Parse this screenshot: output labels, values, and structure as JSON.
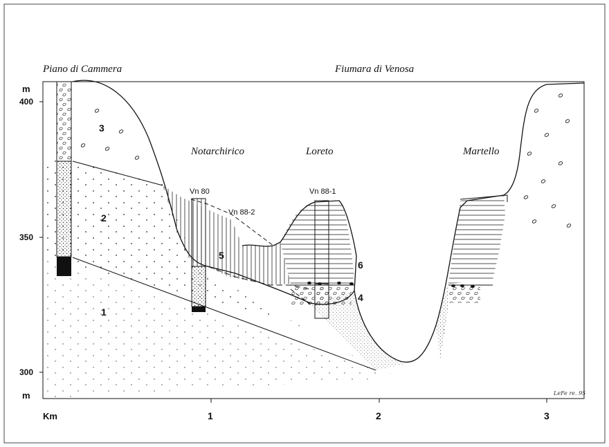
{
  "axes": {
    "y_unit_top": "m",
    "y_unit_bottom": "m",
    "y_ticks": [
      "400",
      "350",
      "300"
    ],
    "x_unit": "Km",
    "x_ticks": [
      "1",
      "2",
      "3"
    ]
  },
  "place_names": {
    "piano": "Piano di Cammera",
    "fiumara": "Fiumara di Venosa",
    "notarchirico": "Notarchirico",
    "loreto": "Loreto",
    "martello": "Martello"
  },
  "boreholes": {
    "vn80": "Vn 80",
    "vn88_2": "Vn 88-2",
    "vn88_1": "Vn 88-1"
  },
  "units": {
    "u1": "1",
    "u2": "2",
    "u3": "3",
    "u4": "4",
    "u5": "5",
    "u6": "6"
  },
  "signature": "LeFe re. 95"
}
